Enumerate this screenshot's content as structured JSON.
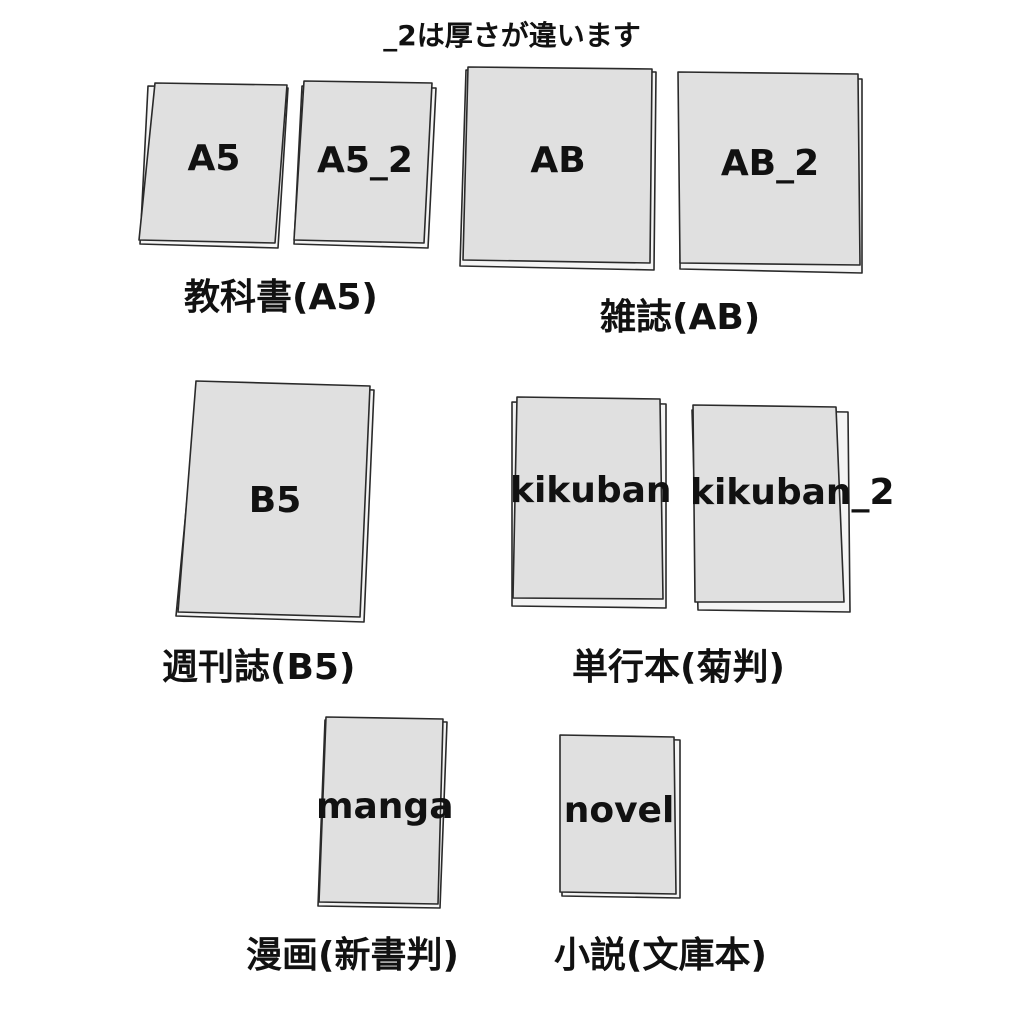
{
  "title": "_2は厚さが違います",
  "colors": {
    "cover": "#e0e0e0",
    "edge": "#2a2a2a",
    "pages": "#f4f4f4",
    "text": "#111111"
  },
  "books": [
    {
      "label": "A5"
    },
    {
      "label": "A5_2"
    },
    {
      "label": "AB"
    },
    {
      "label": "AB_2"
    },
    {
      "label": "B5"
    },
    {
      "label": "kikuban"
    },
    {
      "label": "kikuban_2"
    },
    {
      "label": "manga"
    },
    {
      "label": "novel"
    }
  ],
  "groups": [
    {
      "label": "教科書(A5)"
    },
    {
      "label": "雑誌(AB)"
    },
    {
      "label": "週刊誌(B5)"
    },
    {
      "label": "単行本(菊判)"
    },
    {
      "label": "漫画(新書判)"
    },
    {
      "label": "小説(文庫本)"
    }
  ]
}
